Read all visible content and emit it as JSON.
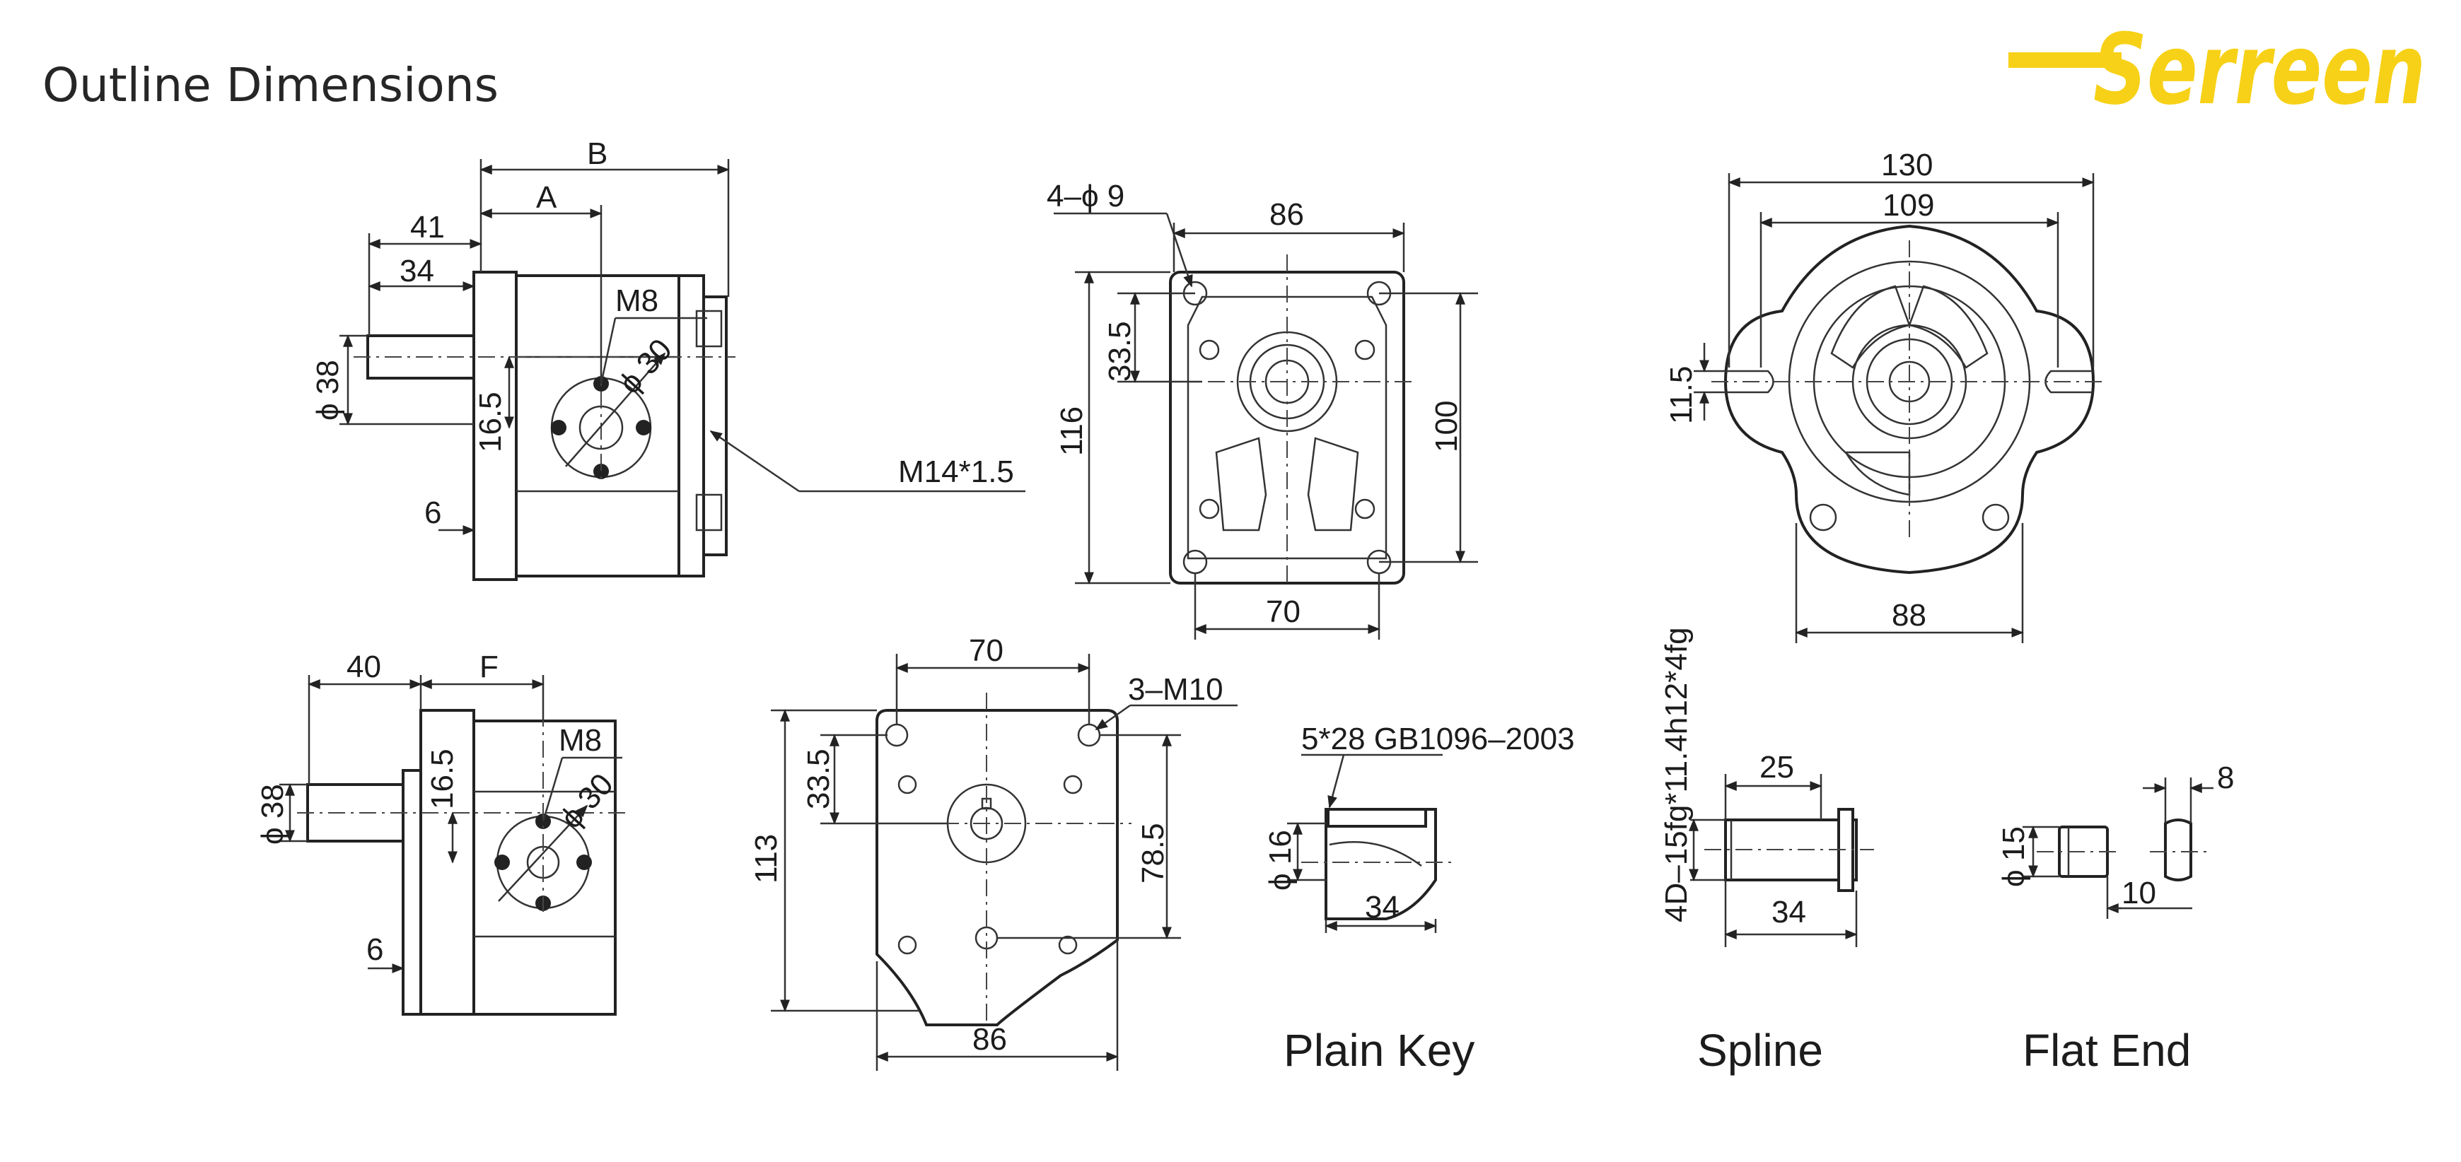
{
  "title": "Outline Dimensions",
  "logo": {
    "text": "Serreen",
    "color": "#F7D117"
  },
  "views": {
    "side_top": {
      "B": "B",
      "A": "A",
      "d41": "41",
      "d34": "34",
      "m8": "M8",
      "phi30": "ϕ 30",
      "phi38": "ϕ 38",
      "d16_5": "16.5",
      "d6": "6",
      "m14": "M14*1.5"
    },
    "front_top": {
      "holes": "4–ϕ 9",
      "d86": "86",
      "d33_5": "33.5",
      "d116": "116",
      "d100": "100",
      "d70": "70"
    },
    "flange_top": {
      "d130": "130",
      "d109": "109",
      "d11_5": "11.5",
      "d88": "88"
    },
    "side_bottom": {
      "d40": "40",
      "F": "F",
      "m8": "M8",
      "phi30": "ϕ 30",
      "phi38": "ϕ 38",
      "d16_5": "16.5",
      "d6": "6"
    },
    "front_bottom": {
      "d70": "70",
      "m10": "3–M10",
      "d33_5": "33.5",
      "d113": "113",
      "d78_5": "78.5",
      "d86": "86"
    },
    "plain_key": {
      "spec": "5*28 GB1096–2003",
      "phi16": "ϕ 16",
      "d34": "34",
      "caption": "Plain Key"
    },
    "spline": {
      "spec": "4D–15fg*11.4h12*4fg",
      "d25": "25",
      "d34": "34",
      "caption": "Spline"
    },
    "flat_end": {
      "phi15": "ϕ 15",
      "d8": "8",
      "d10": "10",
      "caption": "Flat End"
    }
  }
}
